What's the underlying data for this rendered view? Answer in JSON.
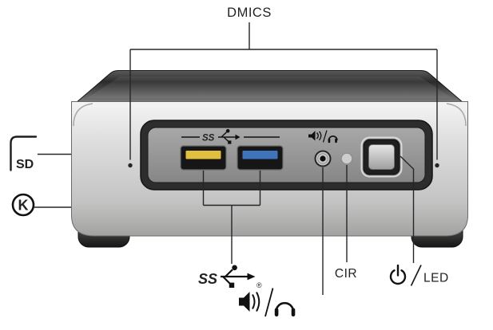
{
  "diagram": {
    "title": "DMICS",
    "side_labels": {
      "sd": "SD",
      "kensington": "K"
    },
    "panel_markings": {
      "usb_ss": "SS"
    },
    "bottom_labels": {
      "usb_ss": "SS",
      "registered": "®",
      "cir": "CIR",
      "led": "LED"
    },
    "icons": {
      "speaker": "speaker-icon",
      "headphones": "headphones-icon",
      "power": "power-symbol-icon",
      "usb_trident": "usb-ss-trident-icon",
      "sd_card": "sd-card-outline-icon",
      "kensington_lock": "kensington-lock-icon",
      "mic_holes": "mic-hole-dot"
    },
    "colors": {
      "background": "#ffffff",
      "callout_line": "#262626",
      "label_text": "#222222",
      "usb_a_tab": "#e2bf3f",
      "usb_b_tab": "#3f74bb",
      "chassis_top_dark": "#2b2b2b",
      "chassis_front_light": "#f4f4f4",
      "chassis_front_dark": "#a2a2a0",
      "panel_outer": "#2d2d2d",
      "panel_inner": "#969696",
      "power_button_face": "#d9d9d9"
    }
  }
}
